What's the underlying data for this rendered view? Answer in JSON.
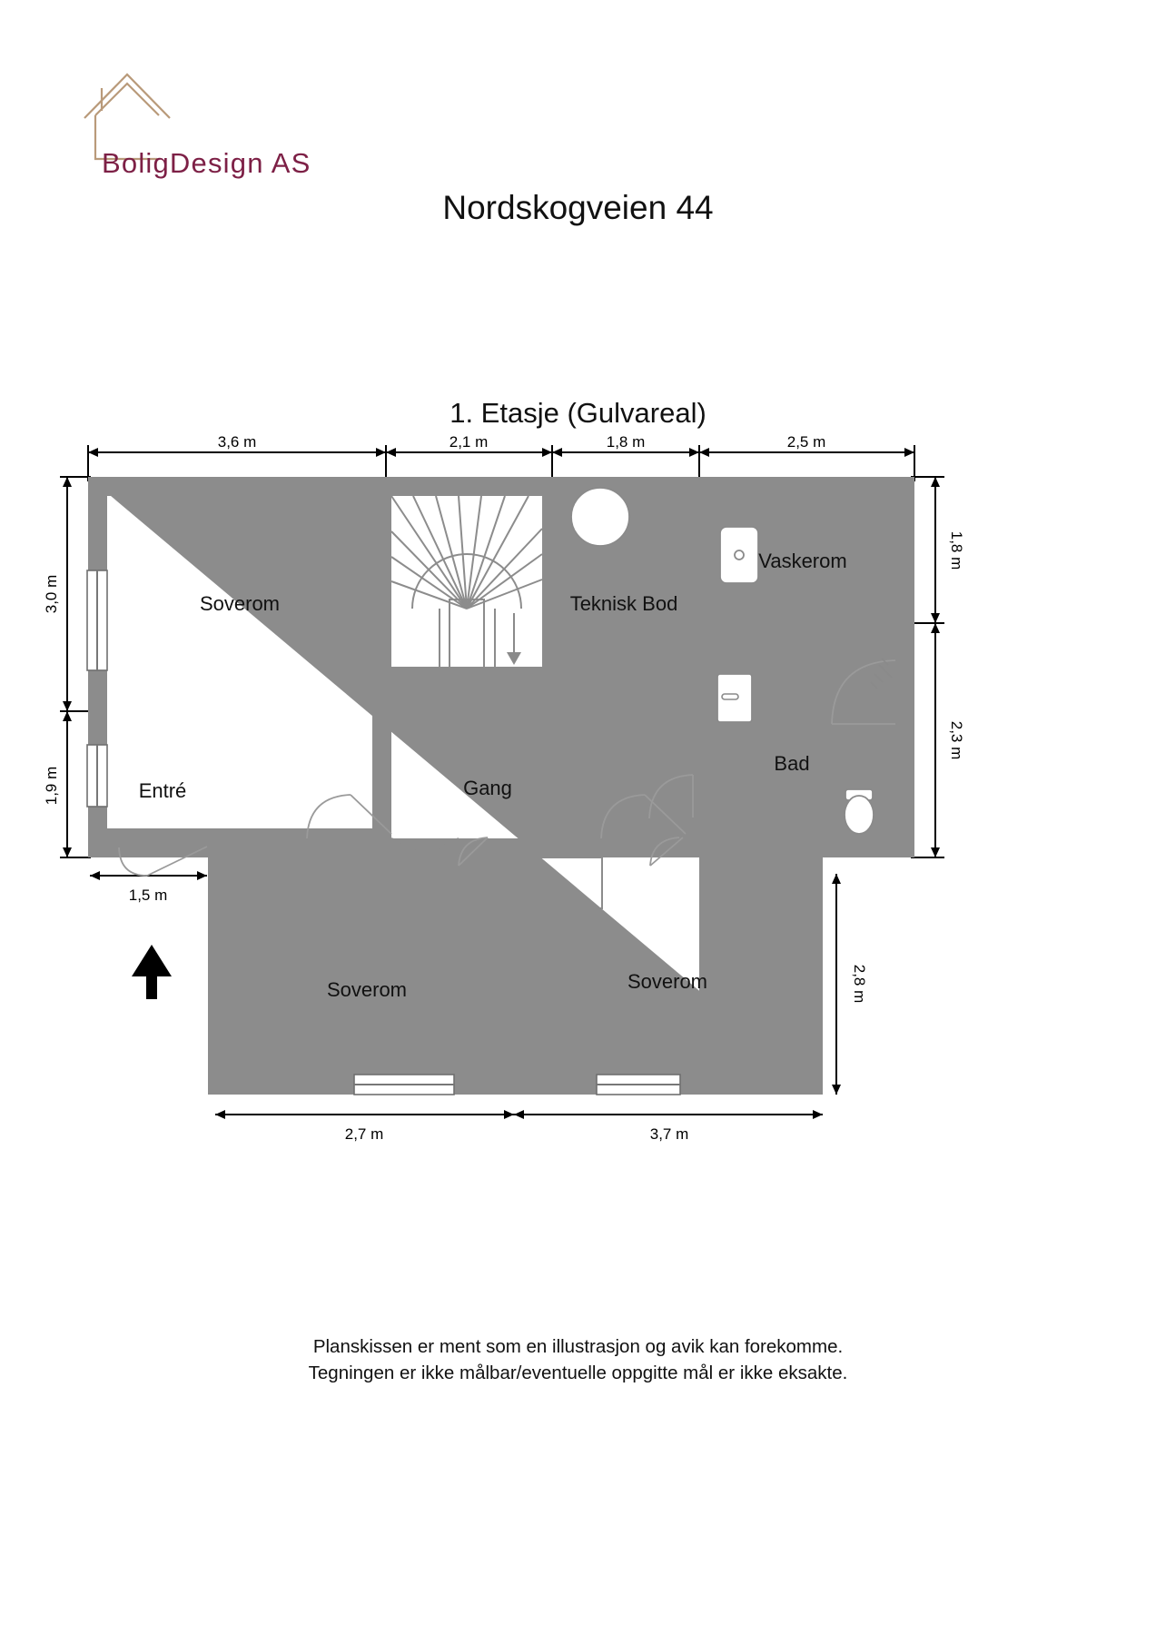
{
  "company": {
    "name": "BoligDesign AS",
    "logo_icon": "house-outline-icon",
    "brand_color": "#7d2046",
    "logo_line_color": "#b99a7a"
  },
  "document": {
    "title": "Nordskogveien 44",
    "floor_title": "1. Etasje (Gulvareal)"
  },
  "footer": {
    "line1": "Planskissen er ment som en illustrasjon og avik kan forekomme.",
    "line2": "Tegningen er ikke målbar/eventuelle oppgitte mål er ikke eksakte."
  },
  "compass": {
    "icon": "north-arrow-icon",
    "direction": "north"
  },
  "rooms": [
    {
      "id": "soverom-top-left",
      "label": "Soverom"
    },
    {
      "id": "teknisk-bod",
      "label": "Teknisk Bod"
    },
    {
      "id": "vaskerom",
      "label": "Vaskerom"
    },
    {
      "id": "bad",
      "label": "Bad"
    },
    {
      "id": "entre",
      "label": "Entré"
    },
    {
      "id": "gang",
      "label": "Gang"
    },
    {
      "id": "soverom-bottom-left",
      "label": "Soverom"
    },
    {
      "id": "soverom-bottom-right",
      "label": "Soverom"
    }
  ],
  "dimensions": {
    "top": [
      "3,6 m",
      "2,1 m",
      "1,8 m",
      "2,5 m"
    ],
    "left": [
      "3,0 m",
      "1,9 m"
    ],
    "right": [
      "1,8 m",
      "2,3 m"
    ],
    "right_lower": "2,8 m",
    "entry": "1,5 m",
    "bottom": [
      "2,7 m",
      "3,7 m"
    ]
  },
  "fixtures": [
    {
      "id": "stair-down-arrow",
      "name": "staircase-down-arrow-icon"
    },
    {
      "id": "boiler-circle",
      "name": "water-heater-icon"
    },
    {
      "id": "laundry-sink",
      "name": "sink-icon"
    },
    {
      "id": "wc-toilet",
      "name": "toilet-icon"
    },
    {
      "id": "vanity-basin",
      "name": "vanity-sink-icon"
    },
    {
      "id": "shower-head",
      "name": "shower-icon"
    }
  ],
  "colors": {
    "wall": "#8c8c8c",
    "thin_line": "#8a8a8a",
    "text": "#111111"
  }
}
